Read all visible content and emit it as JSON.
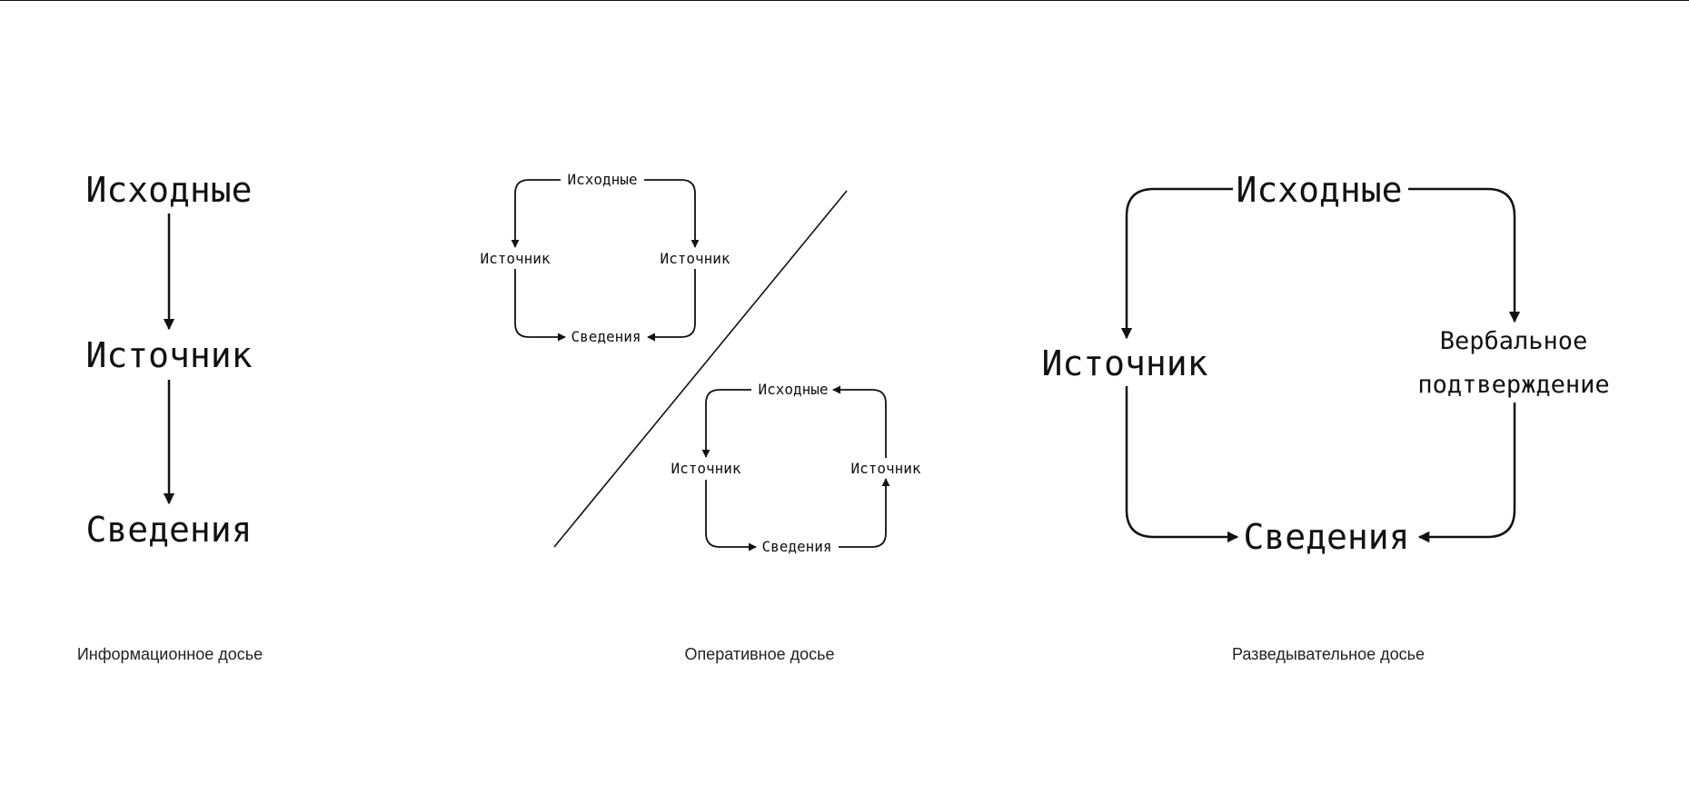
{
  "diagram_info": {
    "top": "Исходные",
    "middle": "Источник",
    "bottom": "Сведения",
    "caption": "Информационное досье"
  },
  "diagram_operative": {
    "upper": {
      "top": "Исходные",
      "left": "Источник",
      "right": "Источник",
      "bottom": "Сведения"
    },
    "lower": {
      "top": "Исходные",
      "left": "Источник",
      "right": "Источник",
      "bottom": "Сведения"
    },
    "caption": "Оперативное досье"
  },
  "diagram_intel": {
    "top": "Исходные",
    "left": "Источник",
    "right": "Вербальное подтверждение",
    "bottom": "Сведения",
    "caption": "Разведывательное досье"
  },
  "colors": {
    "stroke": "#111111",
    "background": "#ffffff"
  }
}
